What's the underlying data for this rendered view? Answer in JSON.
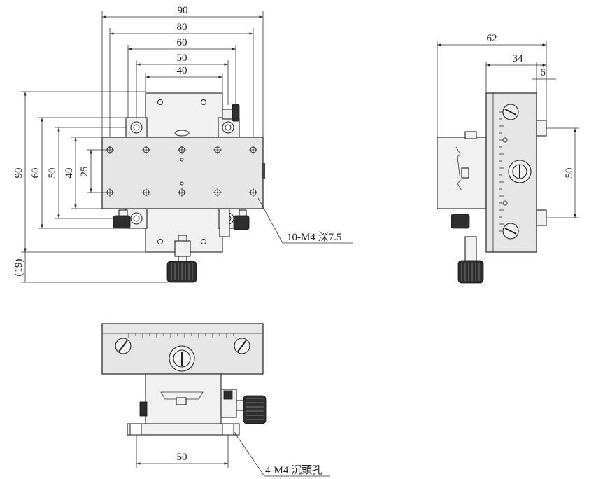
{
  "top_view": {
    "horizontal_dims": [
      "90",
      "80",
      "60",
      "50",
      "40"
    ],
    "vertical_dims": [
      "90",
      "60",
      "50",
      "40",
      "25",
      "(19)"
    ],
    "callout_tapped_holes": "10-M4 深7.5"
  },
  "side_view": {
    "horizontal_dims": [
      "62",
      "34",
      "6"
    ],
    "vertical_dims": [
      "50"
    ]
  },
  "front_view": {
    "horizontal_dims": [
      "50"
    ],
    "callout_counterbore": "4-M4 沉頭孔"
  }
}
